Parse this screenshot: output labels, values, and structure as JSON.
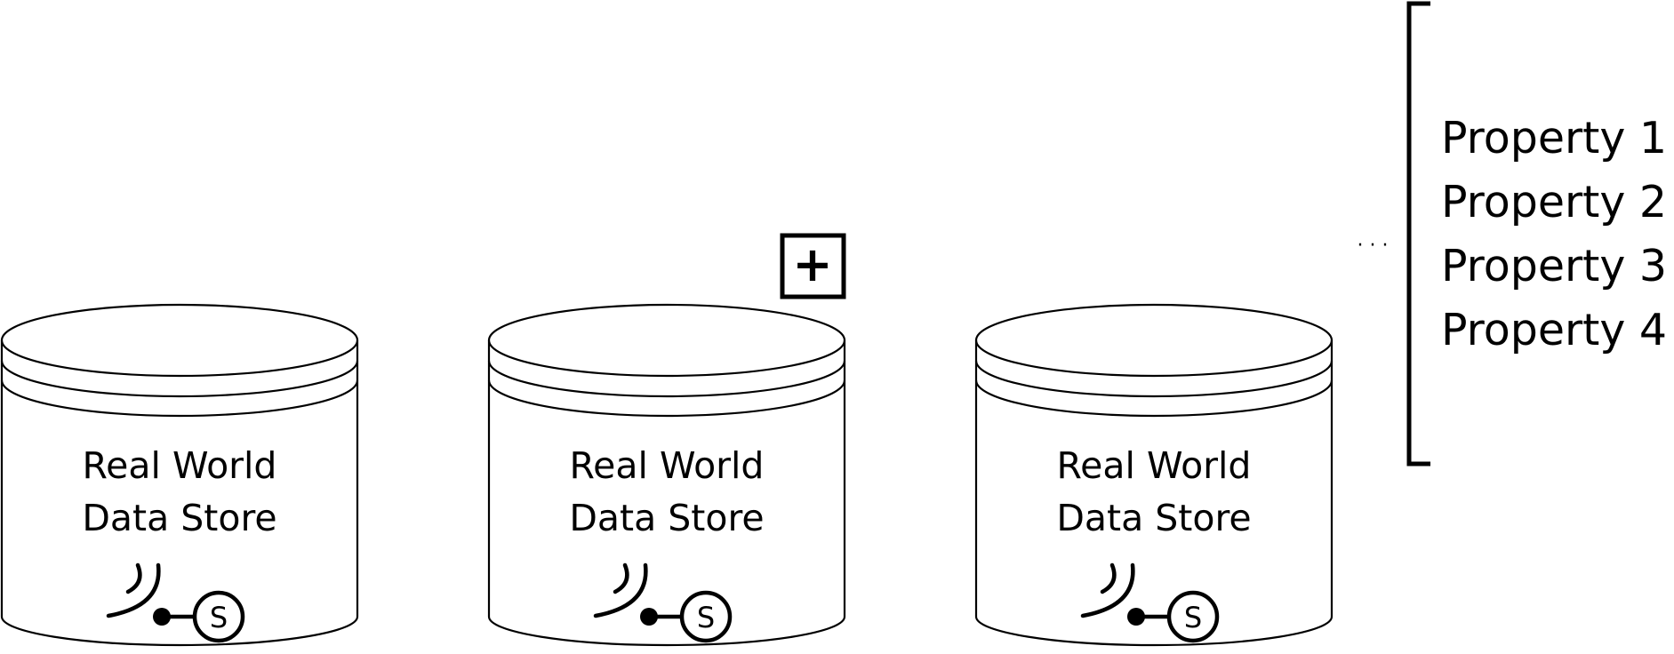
{
  "datastores": [
    {
      "line1": "Real World",
      "line2": "Data Store",
      "badge": "S"
    },
    {
      "line1": "Real World",
      "line2": "Data Store",
      "badge": "S"
    },
    {
      "line1": "Real World",
      "line2": "Data Store",
      "badge": "S"
    }
  ],
  "add_button": {
    "symbol": "+"
  },
  "ellipsis": "· · ·",
  "properties": [
    "Property 1",
    "Property 2",
    "Property 3",
    "Property 4"
  ]
}
